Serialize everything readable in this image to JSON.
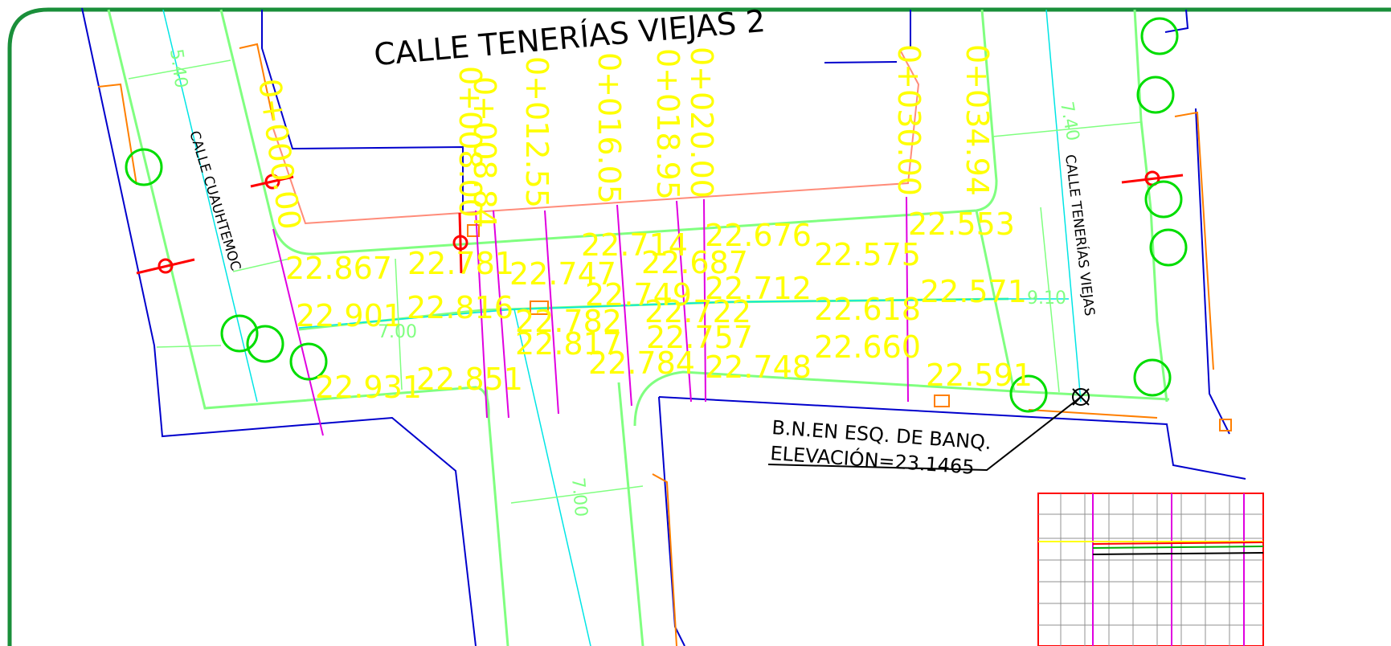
{
  "title": "CALLE TENERÍAS VIEJAS 2",
  "streets": {
    "left": "CALLE CUAUHTEMOC",
    "right": "CALLE TENERÍAS VIEJAS"
  },
  "stations": [
    "0+000.00",
    "0+008.00",
    "0+008.84",
    "0+012.55",
    "0+016.05",
    "0+018.95",
    "0+020.00",
    "0+030.00",
    "0+034.94"
  ],
  "elevations": {
    "e1": "22.867",
    "e2": "22.781",
    "e3": "22.747",
    "e4": "22.714",
    "e5": "22.687",
    "e6": "22.676",
    "e7": "22.575",
    "e8": "22.553",
    "e9": "22.901",
    "e10": "22.816",
    "e11": "22.749",
    "e12": "22.712",
    "e13": "22.618",
    "e14": "22.571",
    "e15": "22.782",
    "e16": "22.722",
    "e17": "22.817",
    "e18": "22.757",
    "e19": "22.660",
    "e20": "22.931",
    "e21": "22.851",
    "e22": "22.784",
    "e23": "22.748",
    "e24": "22.591"
  },
  "dimensions": {
    "d1": "5.40",
    "d2": "7.00",
    "d3": "7.40",
    "d4": "9.10",
    "d5": "7.00"
  },
  "benchmark": {
    "line1": "B.N.EN ESQ. DE BANQ.",
    "line2": "ELEVACIÓN=23.1465"
  },
  "colors": {
    "frame": "#1a8f3a",
    "curb": "#80ff80",
    "property": "#0000cc",
    "centerline": "#00e5e5",
    "station_line": "#e000e0",
    "label": "#ffff00",
    "tree": "#00dd00",
    "utility": "#ff0000",
    "fence": "#ff7f00"
  }
}
